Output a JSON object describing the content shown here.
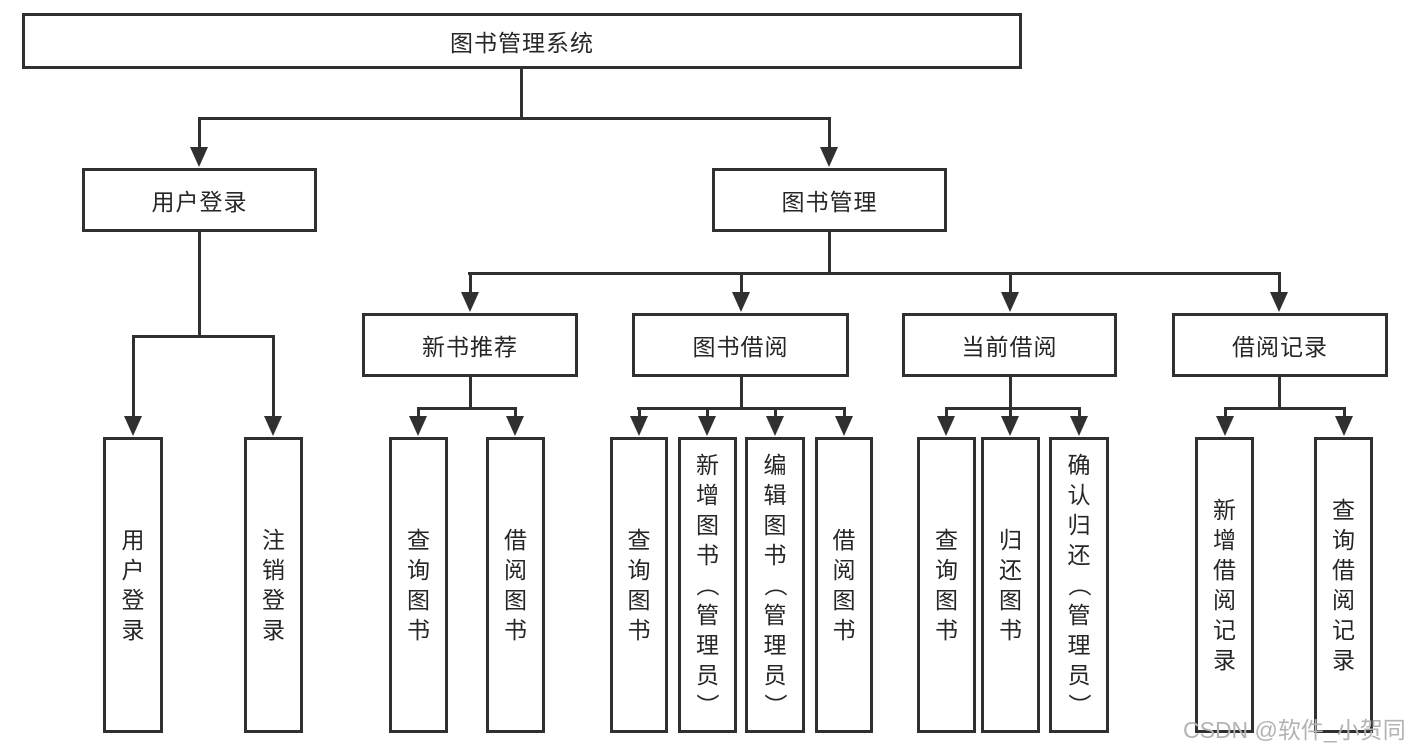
{
  "watermark": "CSDN @软件_小贺同学",
  "colors": {
    "line": "#303030",
    "text": "#262626",
    "watermark": "#b3b3b3",
    "background": "#ffffff"
  },
  "tree": {
    "label": "图书管理系统",
    "children": [
      {
        "label": "用户登录",
        "children": [
          {
            "label": "用户登录"
          },
          {
            "label": "注销登录"
          }
        ]
      },
      {
        "label": "图书管理",
        "children": [
          {
            "label": "新书推荐",
            "children": [
              {
                "label": "查询图书"
              },
              {
                "label": "借阅图书"
              }
            ]
          },
          {
            "label": "图书借阅",
            "children": [
              {
                "label": "查询图书"
              },
              {
                "label": "新增图书（管理员）"
              },
              {
                "label": "编辑图书（管理员）"
              },
              {
                "label": "借阅图书"
              }
            ]
          },
          {
            "label": "当前借阅",
            "children": [
              {
                "label": "查询图书"
              },
              {
                "label": "归还图书"
              },
              {
                "label": "确认归还（管理员）"
              }
            ]
          },
          {
            "label": "借阅记录",
            "children": [
              {
                "label": "新增借阅记录"
              },
              {
                "label": "查询借阅记录"
              }
            ]
          }
        ]
      }
    ]
  }
}
